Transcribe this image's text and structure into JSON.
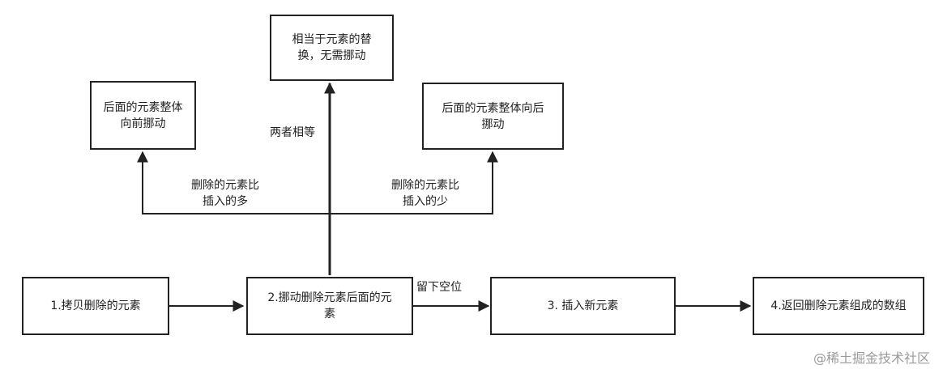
{
  "nodes": {
    "copy": "1.拷贝删除的元素",
    "move": "2.挪动删除元素后面的元素",
    "insert": "3. 插入新元素",
    "ret": "4.返回删除元素组成的数组",
    "left_top": "后面的元素整体向前挪动",
    "mid_top": "相当于元素的替换，无需挪动",
    "right_top": "后面的元素整体向后挪动"
  },
  "edges": {
    "leave_gap": "留下空位",
    "equal": "两者相等",
    "delete_more": "删除的元素比插入的多",
    "delete_less": "删除的元素比插入的少"
  },
  "watermark": "@稀土掘金技术社区"
}
